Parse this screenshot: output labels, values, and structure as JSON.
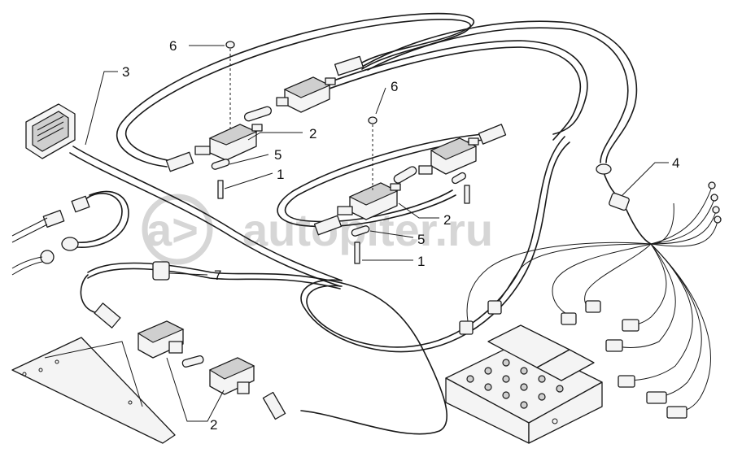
{
  "watermark": {
    "text": "autopiter.ru",
    "logo_glyph": "a>"
  },
  "callouts": {
    "c6a": "6",
    "c6b": "6",
    "c3": "3",
    "c4": "4",
    "c2a": "2",
    "c2b": "2",
    "c2c": "2",
    "c5a": "5",
    "c5b": "5",
    "c1a": "1",
    "c1b": "1",
    "c7": "7"
  }
}
